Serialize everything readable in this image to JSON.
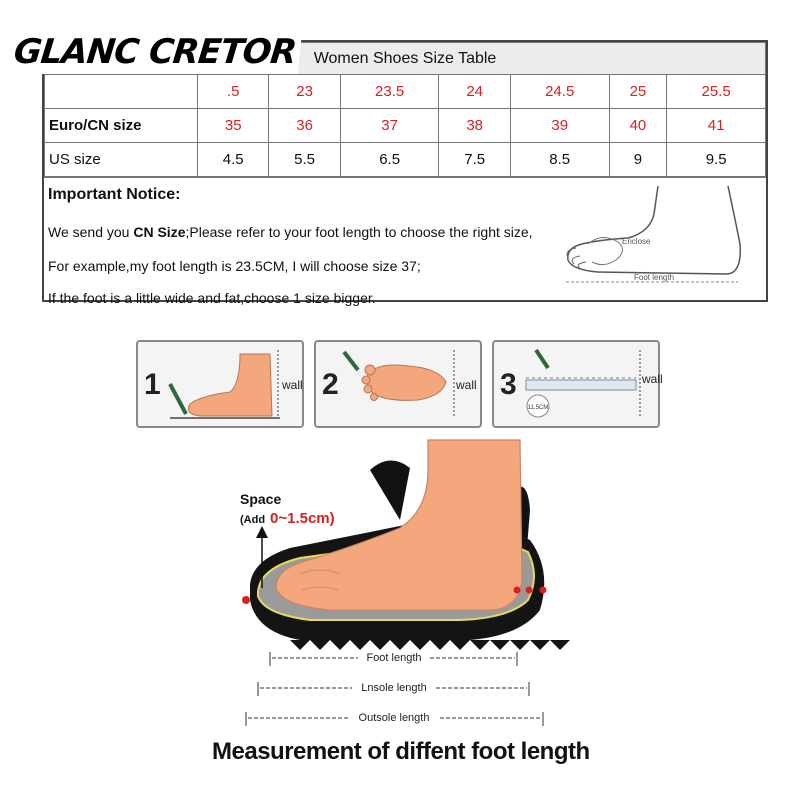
{
  "brand": {
    "text": "GLANC CRETOR"
  },
  "size_table": {
    "title": "Women Shoes Size Table",
    "cm_sizes": [
      ".5",
      "23",
      "23.5",
      "24",
      "24.5",
      "25",
      "25.5"
    ],
    "euro_label": "Euro/CN size",
    "euro_sizes": [
      "35",
      "36",
      "37",
      "38",
      "39",
      "40",
      "41"
    ],
    "us_label": "US size",
    "us_sizes": [
      "4.5",
      "5.5",
      "6.5",
      "7.5",
      "8.5",
      "9",
      "9.5"
    ]
  },
  "notice": {
    "heading": "Important Notice:",
    "line1_prefix": "We send you ",
    "line1_bold": "CN Size",
    "line1_suffix": ";Please refer to your foot length to choose the right size,",
    "line2": "For example,my foot length is 23.5CM, I will choose size 37;",
    "line3": "If the foot is a little wide and fat,choose 1 size bigger.",
    "enclose_label": "Enclose",
    "foot_length_label": "Foot length"
  },
  "steps": [
    {
      "number": "1",
      "wall": "wall"
    },
    {
      "number": "2",
      "wall": "wall"
    },
    {
      "number": "3",
      "wall": "wall",
      "badge": "11.5CM"
    }
  ],
  "diagram": {
    "space_label": "Space",
    "add_prefix": "(Add",
    "add_range": "0~1.5cm)",
    "foot_length": "Foot length",
    "insole_length": "Lnsole length",
    "outsole_length": "Outsole length"
  },
  "caption": "Measurement of diffent foot length",
  "colors": {
    "skin": "#f4a77c",
    "accent_red": "#d82020",
    "sole": "#141414",
    "insole": "#9a9a9a"
  }
}
